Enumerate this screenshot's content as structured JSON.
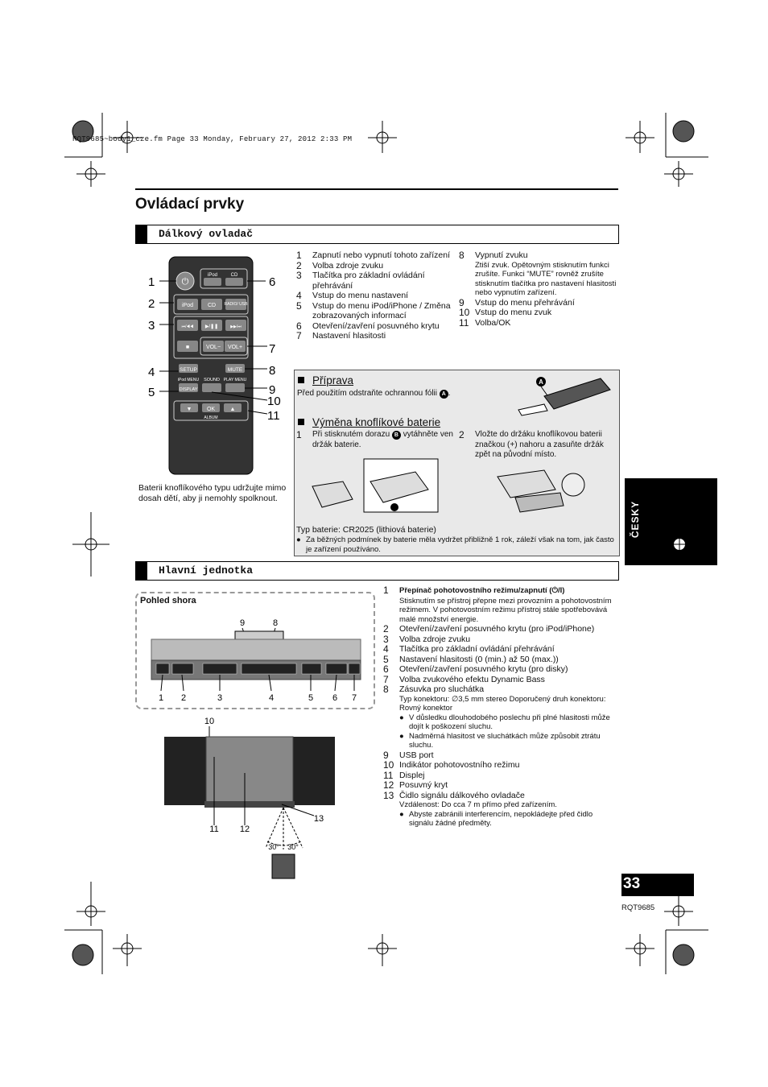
{
  "header_line": "RQT9685~body1_cze.fm  Page 33  Monday, February 27, 2012  2:33 PM",
  "title": "Ovládací prvky",
  "remote_section": {
    "heading": "Dálkový ovladač",
    "buttons": {
      "ipod_eject": "iPod",
      "cd_eject": "CD",
      "ipod": "iPod",
      "cd": "CD",
      "radio_usb": "RADIO/ USB",
      "prev": "⏮/◀◀",
      "play": "▶/❚❚",
      "next": "▶▶/⏭",
      "stop": "■",
      "vol_minus": "VOL−",
      "vol_plus": "VOL+",
      "setup": "SETUP",
      "mute": "MUTE",
      "ipod_menu": "iPod MENU",
      "display": "DISPLAY",
      "sound": "SOUND",
      "play_menu": "PLAY MENU",
      "down": "▼",
      "ok": "OK",
      "up": "▲",
      "album": "ALBUM"
    },
    "callouts": [
      "1",
      "2",
      "3",
      "4",
      "5",
      "6",
      "7",
      "8",
      "9",
      "10",
      "11"
    ],
    "items_left": [
      {
        "n": "1",
        "t": "Zapnutí nebo vypnutí tohoto zařízení"
      },
      {
        "n": "2",
        "t": "Volba zdroje zvuku"
      },
      {
        "n": "3",
        "t": "Tlačítka pro základní ovládání přehrávání"
      },
      {
        "n": "4",
        "t": "Vstup do menu nastavení"
      },
      {
        "n": "5",
        "t": "Vstup do menu iPod/iPhone / Změna zobrazovaných informací"
      },
      {
        "n": "6",
        "t": "Otevření/zavření posuvného krytu"
      },
      {
        "n": "7",
        "t": "Nastavení hlasitosti"
      }
    ],
    "items_right": [
      {
        "n": "8",
        "t": "Vypnutí zvuku",
        "sub": "Ztiší zvuk. Opětovným stisknutím funkci zrušíte. Funkci “MUTE” rovněž zrušíte stisknutím tlačítka pro nastavení hlasitosti nebo vypnutím zařízení."
      },
      {
        "n": "9",
        "t": "Vstup do menu přehrávání"
      },
      {
        "n": "10",
        "t": "Vstup do menu zvuk"
      },
      {
        "n": "11",
        "t": "Volba/OK"
      }
    ],
    "battery_warning": "Baterii knoflíkového typu udržujte mimo dosah dětí, aby ji nemohly spolknout."
  },
  "preparation": {
    "heading": "Příprava",
    "text": "Před použitím odstraňte ochrannou fólii",
    "marker_a": "A",
    "battery_heading": "Výměna knoflíkové baterie",
    "step1_n": "1",
    "step1_a": "Při stisknutém dorazu",
    "marker_b": "B",
    "step1_b": "vytáhněte ven držák baterie.",
    "step2_n": "2",
    "step2": "Vložte do držáku knoflíkovou baterii značkou (+) nahoru a zasuňte držák zpět na původní místo.",
    "battery_type": "Typ baterie: CR2025 (lithiová baterie)",
    "note": "Za běžných podmínek by baterie měla vydržet přibližně 1 rok, záleží však na tom, jak často je zařízení používáno."
  },
  "main_unit": {
    "heading": "Hlavní jednotka",
    "top_view_label": "Pohled shora",
    "top_callouts": [
      "9",
      "8"
    ],
    "bottom_callouts": [
      "1",
      "2",
      "3",
      "4",
      "5",
      "6",
      "7"
    ],
    "front_callouts": [
      "10",
      "11",
      "12",
      "13"
    ],
    "angles": [
      "30°",
      "30°"
    ],
    "items": [
      {
        "n": "1",
        "t": "Přepínač pohotovostního režimu/zapnutí (⏻/I)",
        "bold": true,
        "sub": "Stisknutím se přístroj přepne mezi provozním a pohotovostním režimem. V pohotovostním režimu přístroj stále spotřebovává malé množství energie."
      },
      {
        "n": "2",
        "t": "Otevření/zavření posuvného krytu (pro iPod/iPhone)"
      },
      {
        "n": "3",
        "t": "Volba zdroje zvuku"
      },
      {
        "n": "4",
        "t": "Tlačítka pro základní ovládání přehrávání"
      },
      {
        "n": "5",
        "t": "Nastavení hlasitosti (0 (min.) až 50 (max.))"
      },
      {
        "n": "6",
        "t": "Otevření/zavření posuvného krytu (pro disky)"
      },
      {
        "n": "7",
        "t": "Volba zvukového efektu Dynamic Bass"
      },
      {
        "n": "8",
        "t": "Zásuvka pro sluchátka",
        "sub": "Typ konektoru: ∅3,5 mm stereo Doporučený druh konektoru: Rovný konektor",
        "bullets": [
          "V důsledku dlouhodobého poslechu při plné hlasitosti může dojít k poškození sluchu.",
          "Nadměrná hlasitost ve sluchátkách může způsobit ztrátu sluchu."
        ]
      },
      {
        "n": "9",
        "t": "USB port"
      },
      {
        "n": "10",
        "t": "Indikátor pohotovostního režimu"
      },
      {
        "n": "11",
        "t": "Displej"
      },
      {
        "n": "12",
        "t": "Posuvný kryt"
      },
      {
        "n": "13",
        "t": "Čidlo signálu dálkového ovladače",
        "sub": "Vzdálenost: Do cca 7 m přímo před zařízením.",
        "bullets": [
          "Abyste zabránili interferencím, nepokládejte před čidlo signálu žádné předměty."
        ]
      }
    ]
  },
  "side_tab": "ČESKY",
  "page_number": "33",
  "doc_code": "RQT9685"
}
